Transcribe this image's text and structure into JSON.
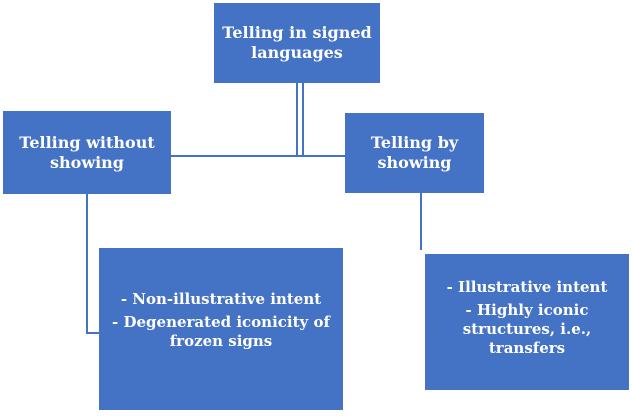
{
  "diagram": {
    "root": {
      "lines": [
        "Telling in signed",
        "languages"
      ]
    },
    "left": {
      "lines": [
        "Telling without",
        "showing"
      ],
      "details": [
        [
          "- Non-illustrative intent"
        ],
        [
          "- Degenerated iconicity of",
          "frozen signs"
        ]
      ]
    },
    "right": {
      "lines": [
        "Telling by",
        "showing"
      ],
      "details": [
        [
          "- Illustrative intent"
        ],
        [
          "- Highly iconic",
          "structures, i.e.,",
          "transfers"
        ]
      ]
    },
    "colors": {
      "box_fill": "#4472c4",
      "text": "#ffffff",
      "connector": "#4472c4"
    }
  }
}
